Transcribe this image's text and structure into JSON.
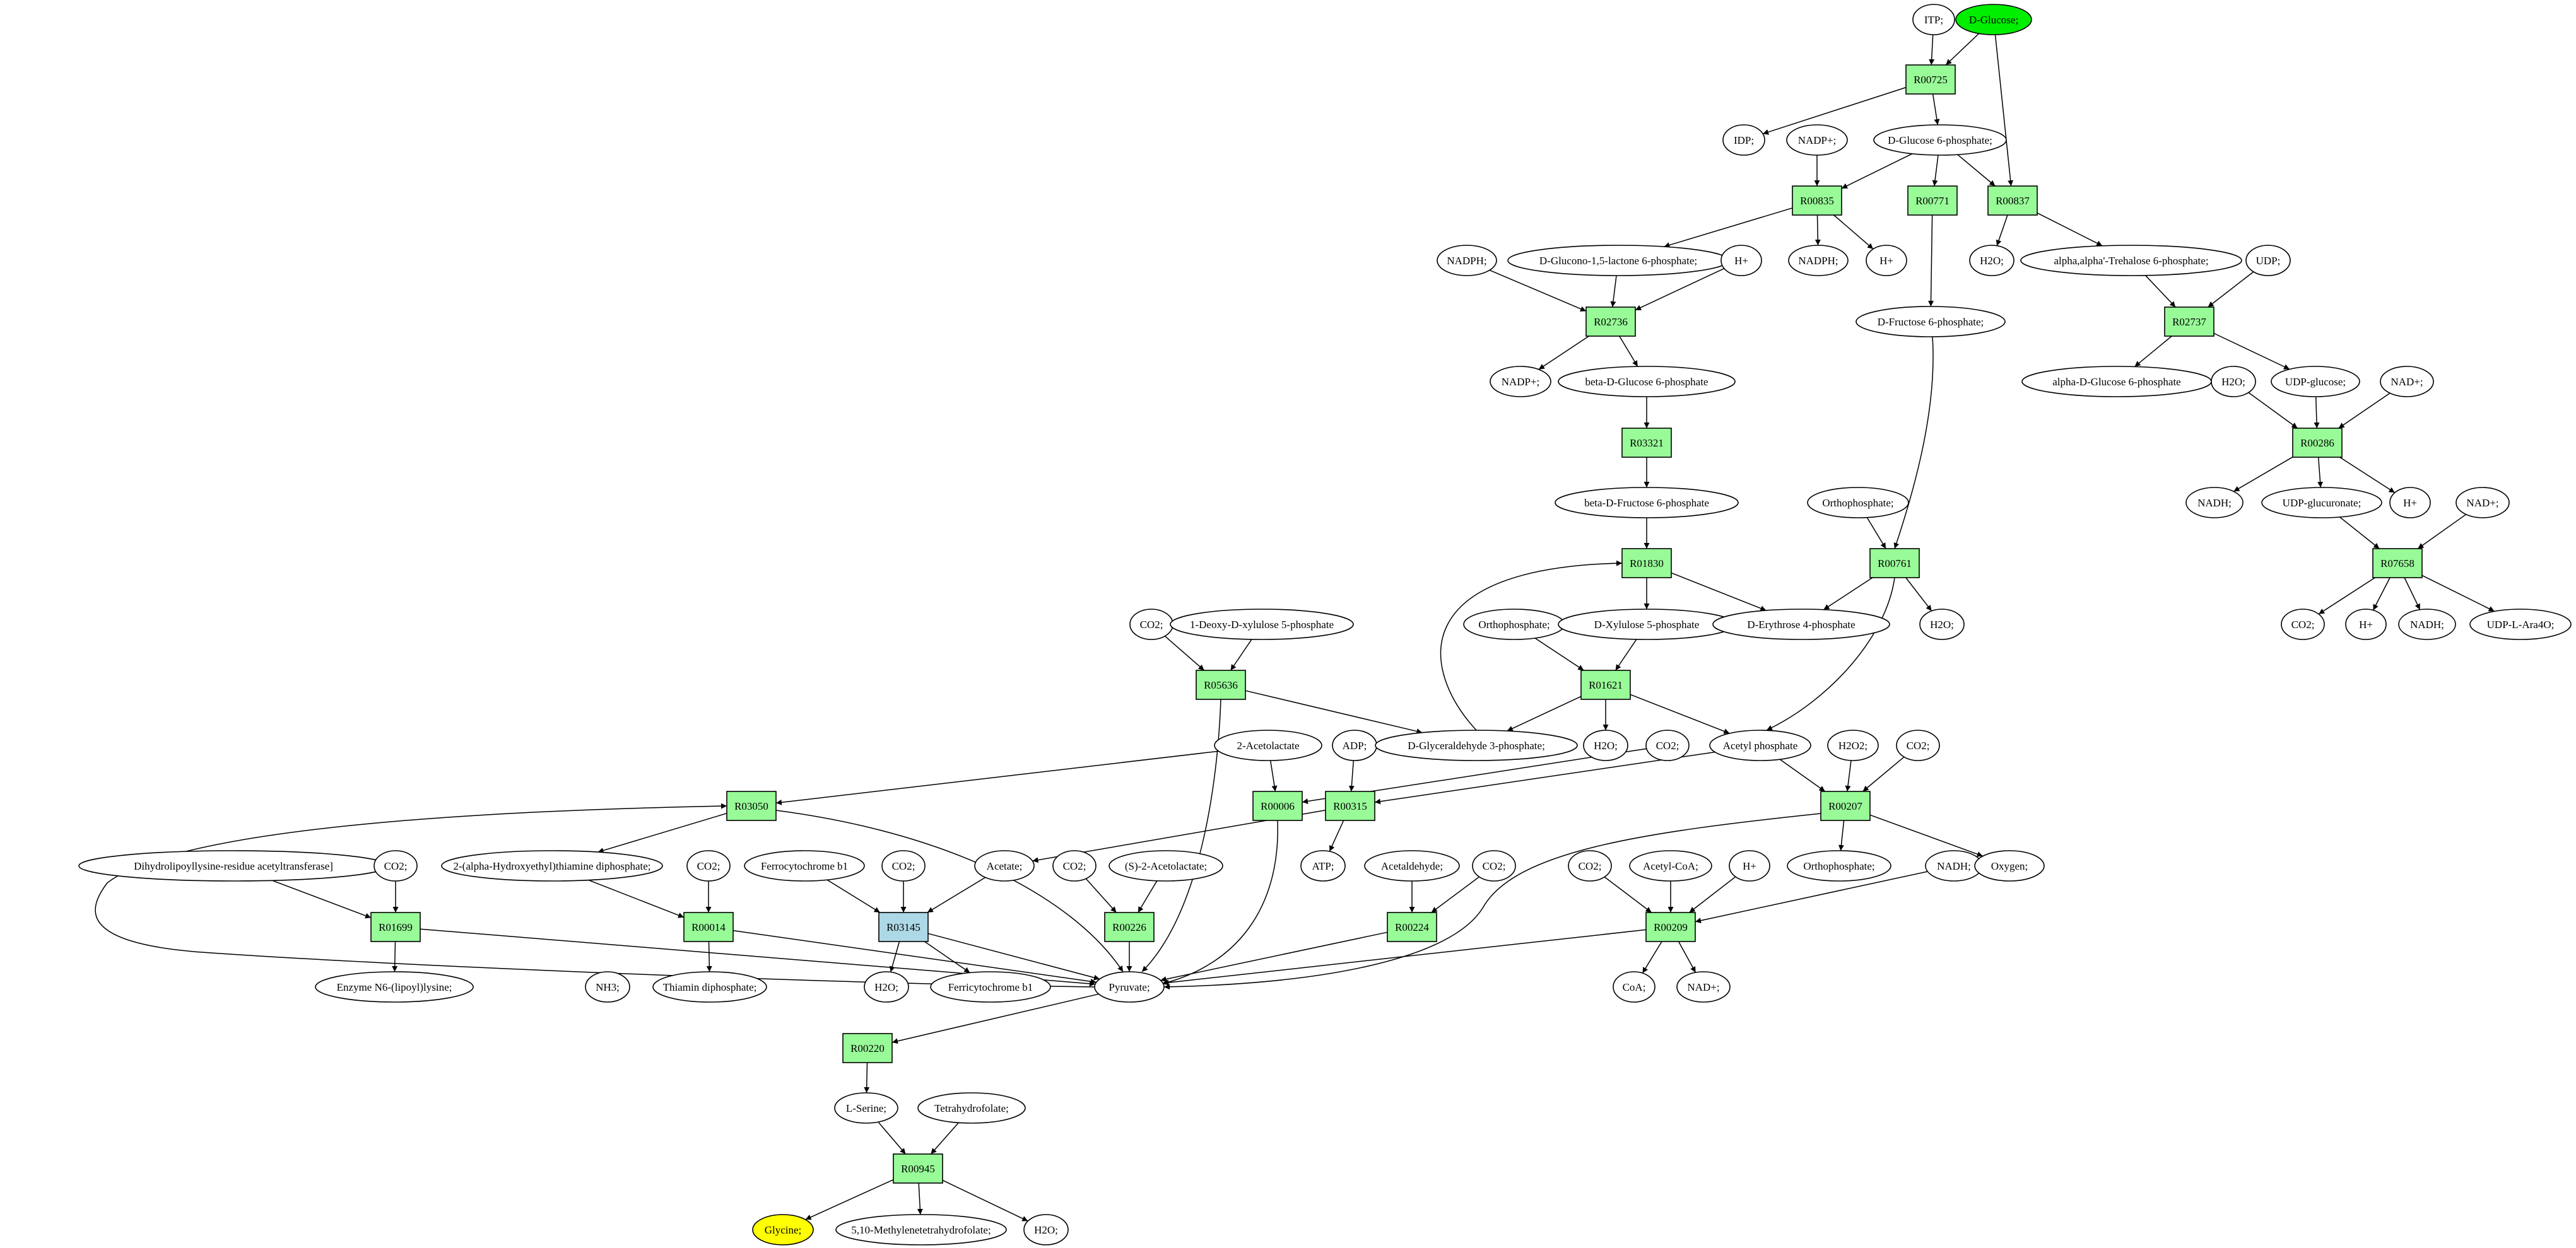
{
  "compounds": {
    "itp": "ITP;",
    "dglucose": "D-Glucose;",
    "idp": "IDP;",
    "nadpplus1": "NADP+;",
    "g6p": "D-Glucose 6-phosphate;",
    "nadph1": "NADPH;",
    "glucono": "D-Glucono-1,5-lactone 6-phosphate;",
    "hplus1": "H+",
    "nadph2": "NADPH;",
    "hplus2": "H+",
    "h2o1": "H2O;",
    "trehalose6p": "alpha,alpha'-Trehalose 6-phosphate;",
    "udp": "UDP;",
    "f6p": "D-Fructose 6-phosphate;",
    "nadpplus2": "NADP+;",
    "bg6p": "beta-D-Glucose 6-phosphate",
    "ag6p": "alpha-D-Glucose 6-phosphate",
    "h2o2": "H2O;",
    "udpglucose": "UDP-glucose;",
    "nadplus1": "NAD+;",
    "bf6p": "beta-D-Fructose 6-phosphate",
    "ortho1": "Orthophosphate;",
    "nadh1": "NADH;",
    "udpglucuronate": "UDP-glucuronate;",
    "hplus3": "H+",
    "nadplus2": "NAD+;",
    "co2a": "CO2;",
    "dxp": "1-Deoxy-D-xylulose 5-phosphate",
    "ortho2": "Orthophosphate;",
    "xylulose5p": "D-Xylulose 5-phosphate",
    "erythrose4p": "D-Erythrose 4-phosphate",
    "h2o3": "H2O;",
    "co2b": "CO2;",
    "hplus4": "H+",
    "nadh2": "NADH;",
    "udpara": "UDP-L-Ara4O;",
    "acetolactate": "2-Acetolactate",
    "adp": "ADP;",
    "g3p": "D-Glyceraldehyde 3-phosphate;",
    "h2o4": "H2O;",
    "co2c": "CO2;",
    "acetylp": "Acetyl phosphate",
    "h2o2b": "H2O2;",
    "co2d": "CO2;",
    "dihydrolipoyl": "Dihydrolipoyllysine-residue acetyltransferase]",
    "co2e": "CO2;",
    "hethdp": "2-(alpha-Hydroxyethyl)thiamine diphosphate;",
    "co2f": "CO2;",
    "ferrocyt": "Ferrocytochrome b1",
    "co2g": "CO2;",
    "acetate": "Acetate;",
    "co2h": "CO2;",
    "sacetolactate": "(S)-2-Acetolactate;",
    "atp": "ATP;",
    "acetaldehyde": "Acetaldehyde;",
    "co2i": "CO2;",
    "ortho3": "Orthophosphate;",
    "nadh3": "NADH;",
    "oxygen": "Oxygen;",
    "co2j": "CO2;",
    "acetylcoa": "Acetyl-CoA;",
    "hplus5": "H+",
    "enzyme": "Enzyme N6-(lipoyl)lysine;",
    "nh3": "NH3;",
    "thdp": "Thiamin diphosphate;",
    "h2o5": "H2O;",
    "ferricyt": "Ferricytochrome b1",
    "pyruvate": "Pyruvate;",
    "coa": "CoA;",
    "nadplus3": "NAD+;",
    "lserine": "L-Serine;",
    "thf": "Tetrahydrofolate;",
    "glycine": "Glycine;",
    "methylenethf": "5,10-Methylenetetrahydrofolate;",
    "h2o6": "H2O;"
  },
  "reactions": {
    "r00725": "R00725",
    "r00835": "R00835",
    "r00771": "R00771",
    "r00837": "R00837",
    "r02736": "R02736",
    "r02737": "R02737",
    "r03321": "R03321",
    "r00286": "R00286",
    "r00761": "R00761",
    "r01830": "R01830",
    "r07658": "R07658",
    "r05636": "R05636",
    "r01621": "R01621",
    "r03050": "R03050",
    "r00006": "R00006",
    "r00315": "R00315",
    "r00207": "R00207",
    "r01699": "R01699",
    "r00014": "R00014",
    "r03145": "R03145",
    "r00226": "R00226",
    "r00224": "R00224",
    "r00209": "R00209",
    "r00220": "R00220",
    "r00945": "R00945"
  },
  "colors": {
    "reaction_fill": "#98fb98",
    "alt_reaction_fill": "#add8e6",
    "start_compound_fill": "#00ee00",
    "target_compound_fill": "#ffff00",
    "stroke": "#000000"
  }
}
